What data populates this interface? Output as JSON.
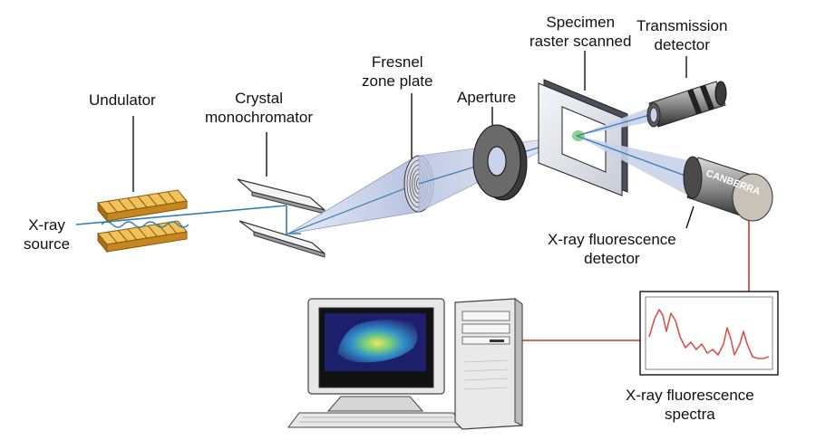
{
  "labels": {
    "undulator": "Undulator",
    "crystal_mono": [
      "Crystal",
      "monochromator"
    ],
    "fresnel": [
      "Fresnel",
      "zone plate"
    ],
    "aperture": "Aperture",
    "specimen": [
      "Specimen",
      "raster scanned"
    ],
    "transmission": [
      "Transmission",
      "detector"
    ],
    "xray_source": [
      "X-ray",
      "source"
    ],
    "xrf_detector": [
      "X-ray fluorescence",
      "detector"
    ],
    "xrf_spectra": [
      "X-ray fluorescence",
      "spectra"
    ]
  },
  "detector_brand": "CANBERRA",
  "colors": {
    "beam": "#2f7fb0",
    "cone": "#c9d2ea",
    "signal_line": "#c0392b",
    "undulator": "#e0a83a",
    "spectrum": "#d9534f"
  }
}
